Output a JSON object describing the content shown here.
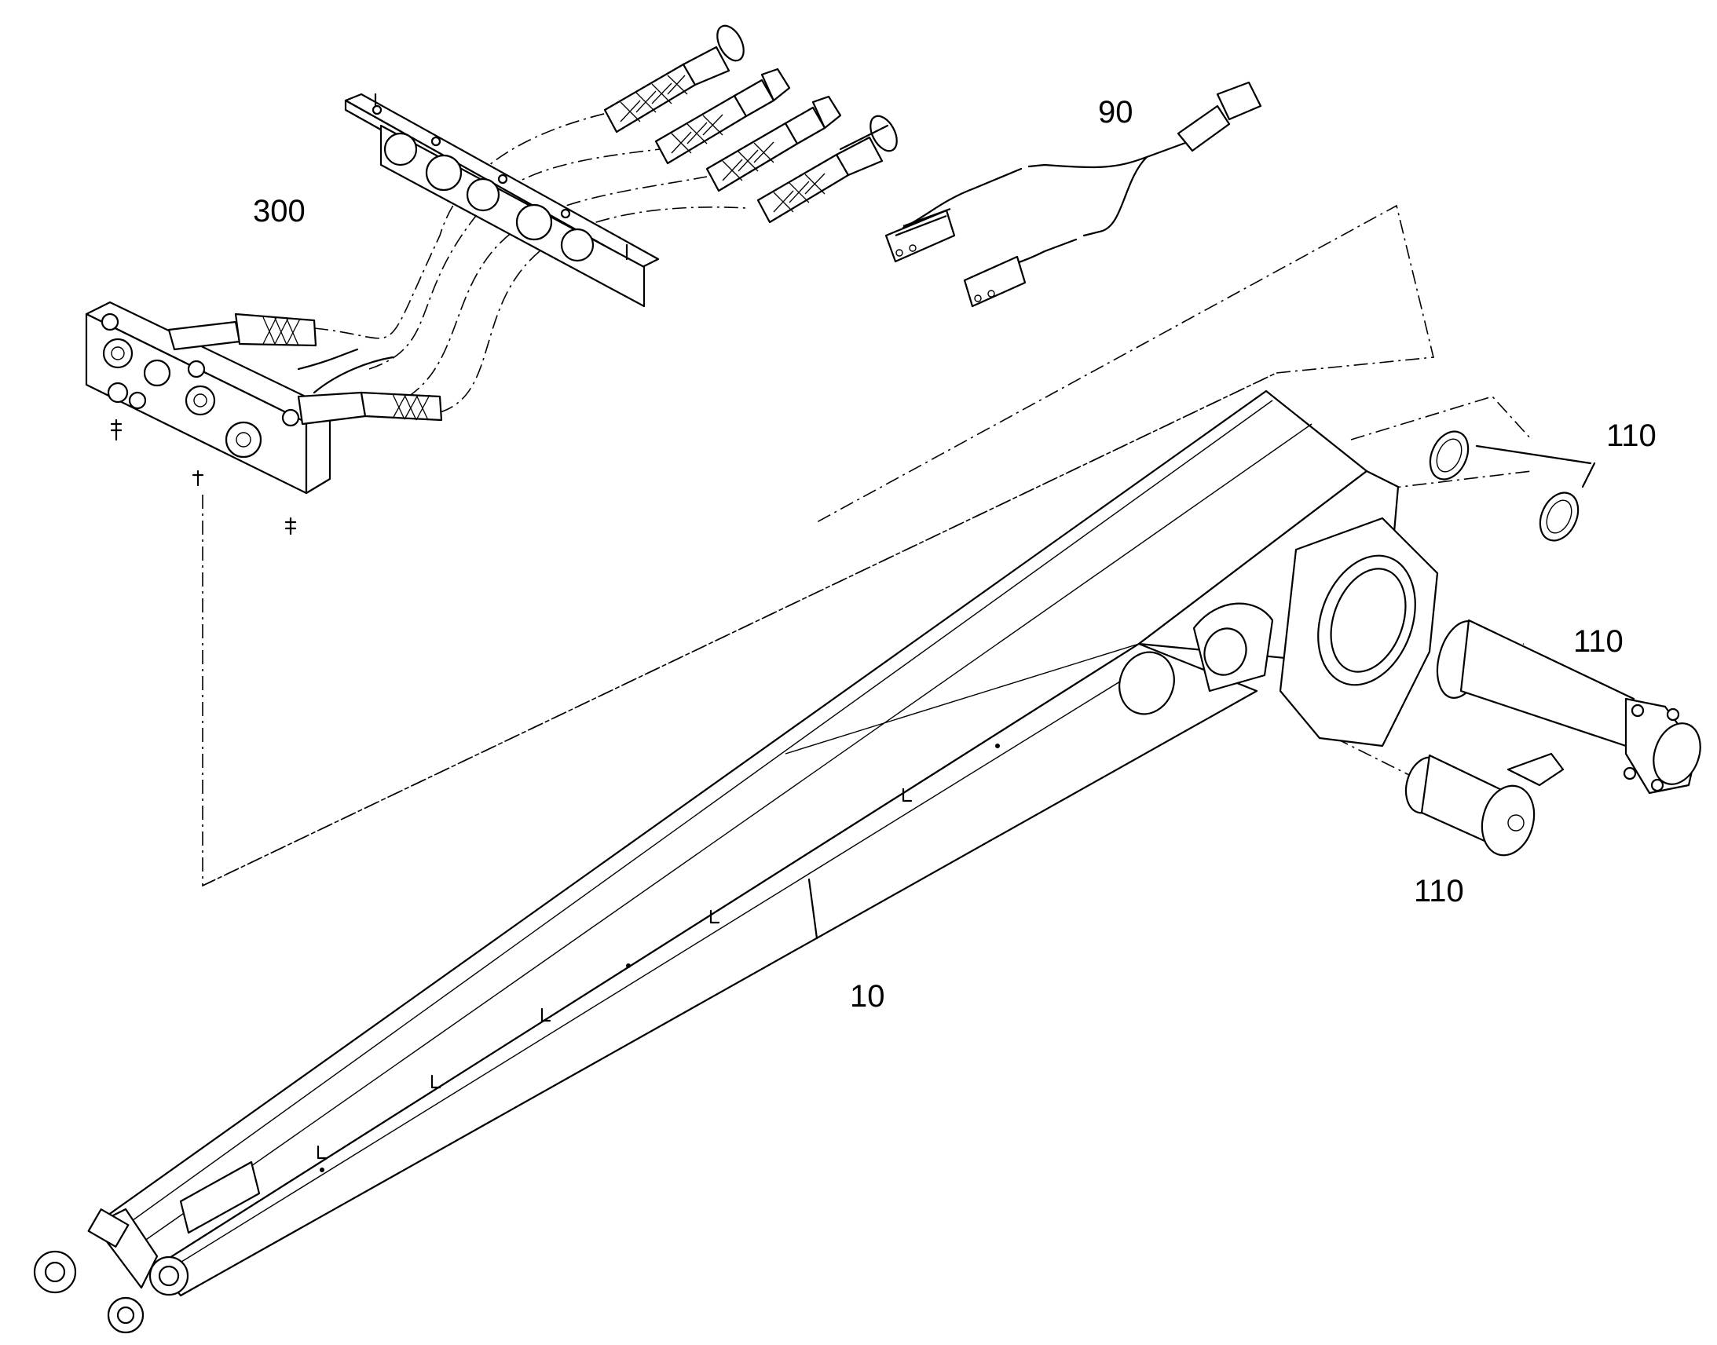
{
  "callouts": {
    "label_300": "300",
    "label_90": "90",
    "label_110_rings": "110",
    "label_110_pin_large": "110",
    "label_110_pin_small": "110",
    "label_10": "10"
  },
  "icons": [
    "hydraulic-block-icon",
    "hose-clamp-bar-icon",
    "hose-fitting-icon",
    "wiring-harness-icon",
    "boom-arm-icon",
    "o-ring-icon",
    "pivot-pin-icon"
  ]
}
